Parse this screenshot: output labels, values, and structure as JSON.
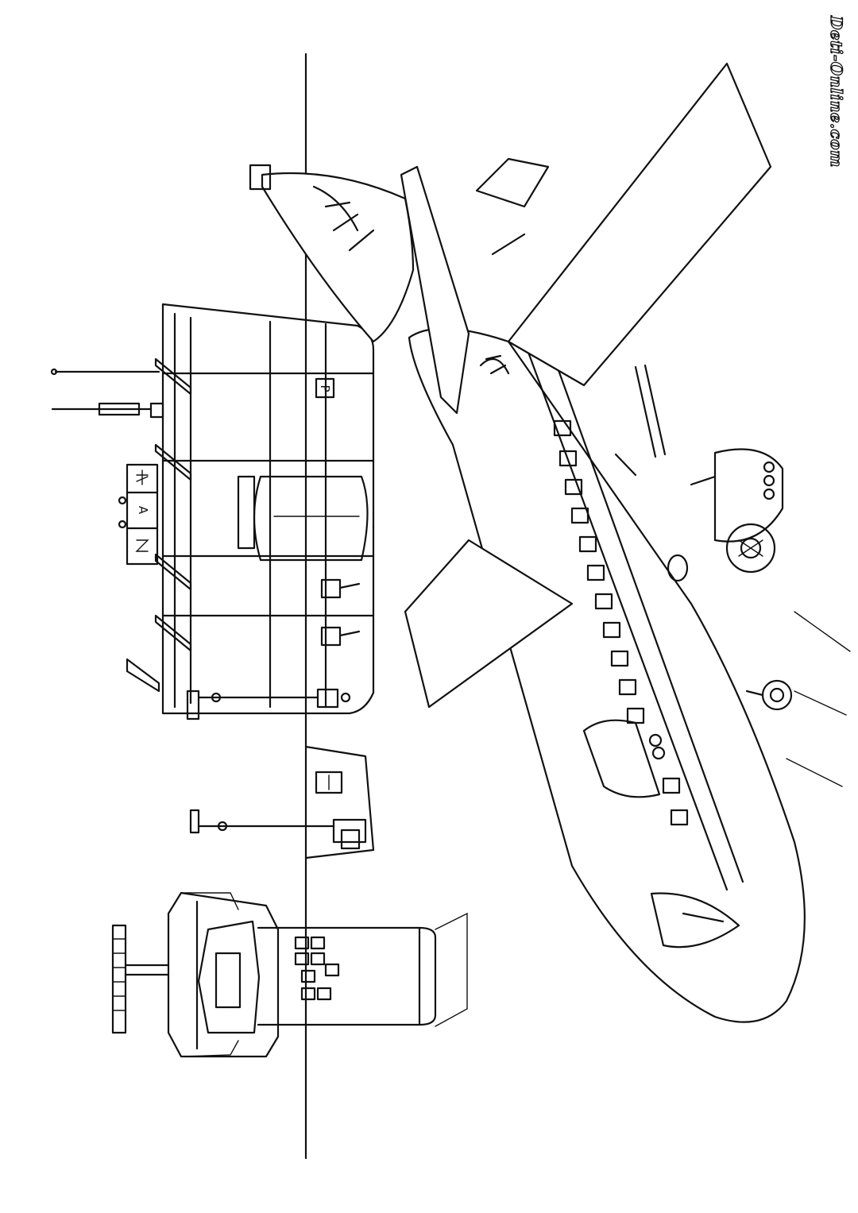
{
  "watermark": {
    "text": "Deti-Online.com"
  },
  "signs": {
    "gate_letter": "A",
    "parking_letter": "P"
  },
  "colors": {
    "line": "#111111",
    "background": "#ffffff"
  }
}
